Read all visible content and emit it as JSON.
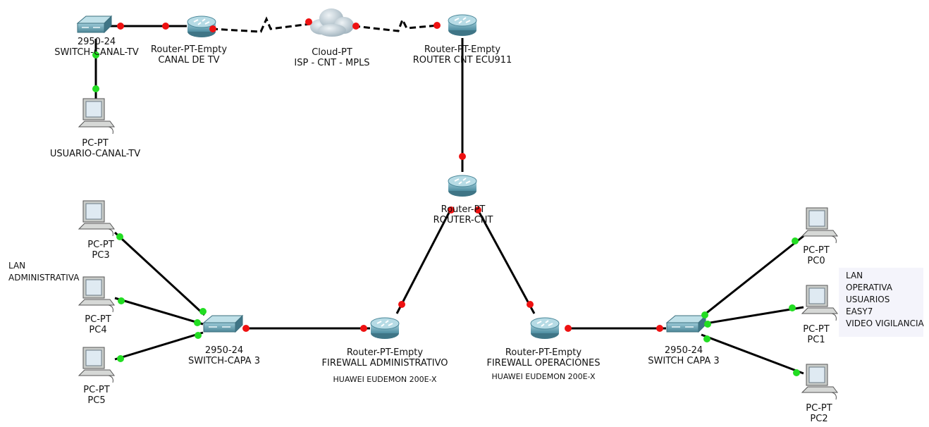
{
  "devices": {
    "switch_canal_tv": {
      "line1": "2950-24",
      "line2": "SWITCH-CANAL-TV",
      "icon": "switch-icon"
    },
    "router_canal_tv": {
      "line1": "Router-PT-Empty",
      "line2": "CANAL DE TV",
      "icon": "router-icon"
    },
    "cloud": {
      "line1": "Cloud-PT",
      "line2": "ISP - CNT - MPLS",
      "icon": "cloud-icon"
    },
    "router_cnt_ecu911": {
      "line1": "Router-PT-Empty",
      "line2": "ROUTER CNT ECU911",
      "icon": "router-icon"
    },
    "pc_canal_tv": {
      "line1": "PC-PT",
      "line2": "USUARIO-CANAL-TV",
      "icon": "pc-icon"
    },
    "router_cnt": {
      "line1": "Router-PT",
      "line2": "ROUTER-CNT",
      "icon": "router-icon"
    },
    "pc3": {
      "line1": "PC-PT",
      "line2": "PC3",
      "icon": "pc-icon"
    },
    "pc4": {
      "line1": "PC-PT",
      "line2": "PC4",
      "icon": "pc-icon"
    },
    "pc5": {
      "line1": "PC-PT",
      "line2": "PC5",
      "icon": "pc-icon"
    },
    "switch_capa3_left": {
      "line1": "2950-24",
      "line2": "SWITCH-CAPA 3",
      "icon": "switch-icon"
    },
    "firewall_admin": {
      "line1": "Router-PT-Empty",
      "line2": "FIREWALL ADMINISTRATIVO",
      "line3": "HUAWEI EUDEMON 200E-X",
      "icon": "router-icon"
    },
    "firewall_oper": {
      "line1": "Router-PT-Empty",
      "line2": "FIREWALL OPERACIONES",
      "line3": "HUAWEI EUDEMON 200E-X",
      "icon": "router-icon"
    },
    "switch_capa3_right": {
      "line1": "2950-24",
      "line2": "SWITCH CAPA 3",
      "icon": "switch-icon"
    },
    "pc0": {
      "line1": "PC-PT",
      "line2": "PC0",
      "icon": "pc-icon"
    },
    "pc1": {
      "line1": "PC-PT",
      "line2": "PC1",
      "icon": "pc-icon"
    },
    "pc2": {
      "line1": "PC-PT",
      "line2": "PC2",
      "icon": "pc-icon"
    }
  },
  "notes": {
    "lan_admin": {
      "line1": "LAN",
      "line2": "ADMINISTRATIVA"
    },
    "lan_oper": {
      "line1": "LAN",
      "line2": "OPERATIVA",
      "line3": "USUARIOS",
      "line4": "EASY7",
      "line5": "VIDEO VIGILANCIA"
    }
  },
  "colors": {
    "link": "#000000",
    "port_up": "#22dd22",
    "port_down": "#ee1111",
    "device_teal": "#6aa7b8",
    "pc_beige": "#c9ccc9"
  }
}
